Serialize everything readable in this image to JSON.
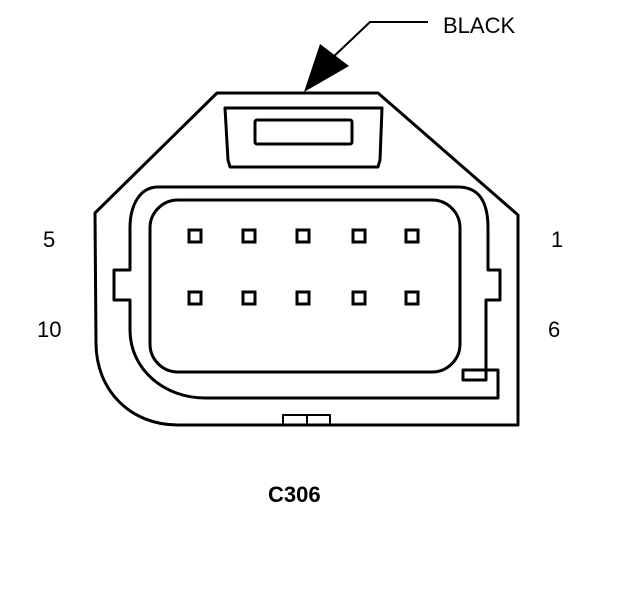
{
  "connector": {
    "id": "C306",
    "color_label": "BLACK",
    "pin_count": 10,
    "pin_labels": {
      "top_left": "5",
      "top_right": "1",
      "bottom_left": "10",
      "bottom_right": "6"
    }
  },
  "colors": {
    "line": "#000000",
    "background": "#ffffff"
  }
}
